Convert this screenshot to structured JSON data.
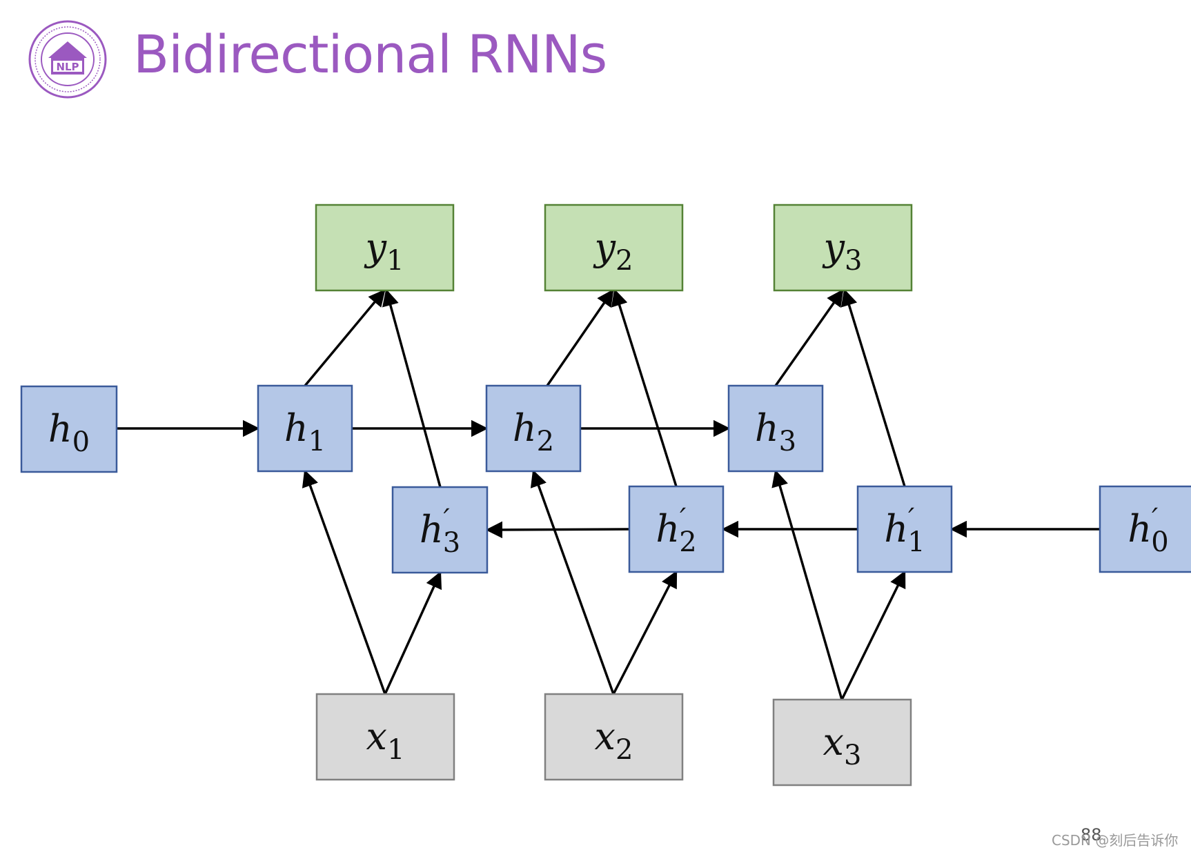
{
  "slide": {
    "title": "Bidirectional RNNs",
    "logo_text": "NLP",
    "logo_icon": "university-seal-icon",
    "page_number": "88",
    "watermark": "CSDN @刻后告诉你"
  },
  "colors": {
    "title": "#9b59c0",
    "hidden_fill": "#b4c7e7",
    "hidden_stroke": "#3a5a9a",
    "output_fill": "#c5e0b4",
    "output_stroke": "#548235",
    "input_fill": "#d9d9d9",
    "input_stroke": "#808080",
    "arrow": "#000000"
  },
  "nodes": [
    {
      "id": "y1",
      "kind": "output",
      "var": "y",
      "sub": "1",
      "prime": false
    },
    {
      "id": "y2",
      "kind": "output",
      "var": "y",
      "sub": "2",
      "prime": false
    },
    {
      "id": "y3",
      "kind": "output",
      "var": "y",
      "sub": "3",
      "prime": false
    },
    {
      "id": "h0",
      "kind": "hidden",
      "var": "h",
      "sub": "0",
      "prime": false
    },
    {
      "id": "h1",
      "kind": "hidden",
      "var": "h",
      "sub": "1",
      "prime": false
    },
    {
      "id": "h2",
      "kind": "hidden",
      "var": "h",
      "sub": "2",
      "prime": false
    },
    {
      "id": "h3",
      "kind": "hidden",
      "var": "h",
      "sub": "3",
      "prime": false
    },
    {
      "id": "h3p",
      "kind": "hidden",
      "var": "h",
      "sub": "3",
      "prime": true
    },
    {
      "id": "h2p",
      "kind": "hidden",
      "var": "h",
      "sub": "2",
      "prime": true
    },
    {
      "id": "h1p",
      "kind": "hidden",
      "var": "h",
      "sub": "1",
      "prime": true
    },
    {
      "id": "h0p",
      "kind": "hidden",
      "var": "h",
      "sub": "0",
      "prime": true
    },
    {
      "id": "x1",
      "kind": "input",
      "var": "x",
      "sub": "1",
      "prime": false
    },
    {
      "id": "x2",
      "kind": "input",
      "var": "x",
      "sub": "2",
      "prime": false
    },
    {
      "id": "x3",
      "kind": "input",
      "var": "x",
      "sub": "3",
      "prime": false
    }
  ],
  "edges": [
    {
      "from": "h0",
      "to": "h1"
    },
    {
      "from": "h1",
      "to": "h2"
    },
    {
      "from": "h2",
      "to": "h3"
    },
    {
      "from": "h0p",
      "to": "h1p"
    },
    {
      "from": "h1p",
      "to": "h2p"
    },
    {
      "from": "h2p",
      "to": "h3p"
    },
    {
      "from": "h1",
      "to": "y1"
    },
    {
      "from": "h3p",
      "to": "y1"
    },
    {
      "from": "h2",
      "to": "y2"
    },
    {
      "from": "h2p",
      "to": "y2"
    },
    {
      "from": "h3",
      "to": "y3"
    },
    {
      "from": "h1p",
      "to": "y3"
    },
    {
      "from": "x1",
      "to": "h1"
    },
    {
      "from": "x1",
      "to": "h3p"
    },
    {
      "from": "x2",
      "to": "h2"
    },
    {
      "from": "x2",
      "to": "h2p"
    },
    {
      "from": "x3",
      "to": "h3"
    },
    {
      "from": "x3",
      "to": "h1p"
    }
  ]
}
